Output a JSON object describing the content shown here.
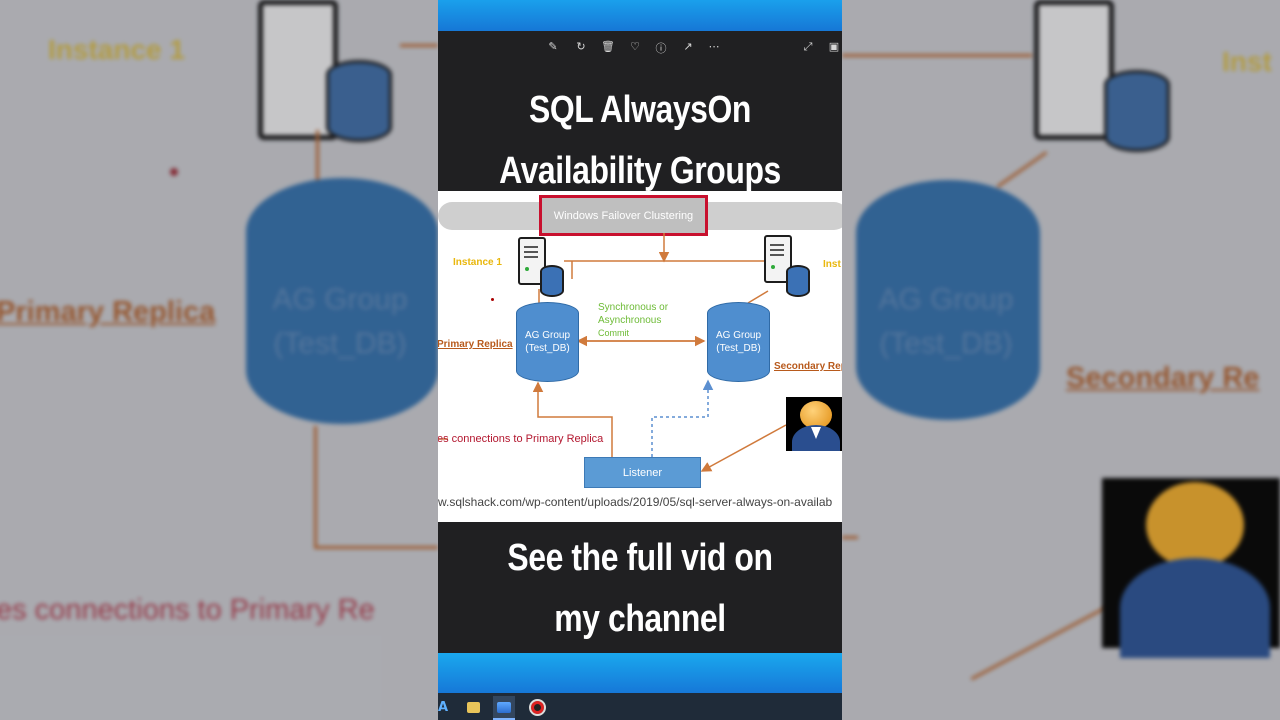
{
  "background": {
    "instance_label": "Instance 1",
    "instance_label_right": "Inst",
    "primary_label": "Primary Replica",
    "secondary_label": "Secondary Re",
    "ag_group_line1": "AG Group",
    "ag_group_line2": "(Test_DB)",
    "routes_label": "es connections to Primary Re"
  },
  "toolbar": {
    "icons": [
      "edit-icon",
      "rotate-icon",
      "delete-icon",
      "favorite-icon",
      "info-icon",
      "share-icon",
      "more-icon",
      "expand-icon",
      "fullscreen-icon"
    ]
  },
  "caption": {
    "top_line1": "SQL AlwaysOn",
    "top_line2": "Availability Groups",
    "bottom_line1": "See the full vid on",
    "bottom_line2": "my channel"
  },
  "diagram": {
    "cluster": "Windows Failover Clustering",
    "instance_1": "Instance 1",
    "instance_2": "Inst",
    "commit_line1": "Synchronous or",
    "commit_line2": "Asynchronous",
    "commit_line3": "Commit",
    "ag_line1": "AG Group",
    "ag_line2": "(Test_DB)",
    "primary": "Primary Replica",
    "secondary": "Secondary Rep",
    "routes": "es connections to Primary Replica",
    "listener": "Listener",
    "url": "w.sqlshack.com/wp-content/uploads/2019/05/sql-server-always-on-availab"
  },
  "colors": {
    "accent_blue": "#1677d6",
    "cylinder_blue": "#4f8ecf",
    "cluster_red": "#c8102e",
    "arrow_orange": "#d07a3c",
    "commit_green": "#6dbb36"
  },
  "taskbar": {
    "apps": [
      "store-icon",
      "file-explorer-icon",
      "photos-icon",
      "record-icon"
    ]
  }
}
